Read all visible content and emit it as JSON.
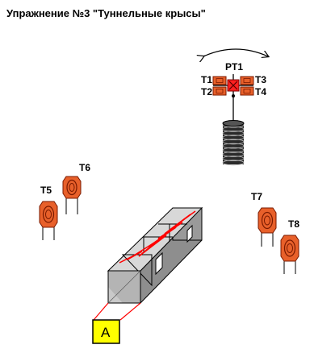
{
  "title": "Упражнение №3 \"Туннельные крысы\"",
  "labels": {
    "rotating_target": "PT1",
    "t1": "T1",
    "t2": "T2",
    "t3": "T3",
    "t4": "T4",
    "t5": "T5",
    "t6": "T6",
    "t7": "T7",
    "t8": "T8",
    "start": "A"
  },
  "colors": {
    "target_fill": "#e8602a",
    "target_stroke": "#7a1a00",
    "start_box": "#ffff00",
    "laser": "#ff0000",
    "tunnel_light": "#e3e3e3",
    "tunnel_mid": "#bdbdbd",
    "tunnel_dark": "#8e8e8e",
    "tire_stack": "#222222"
  }
}
